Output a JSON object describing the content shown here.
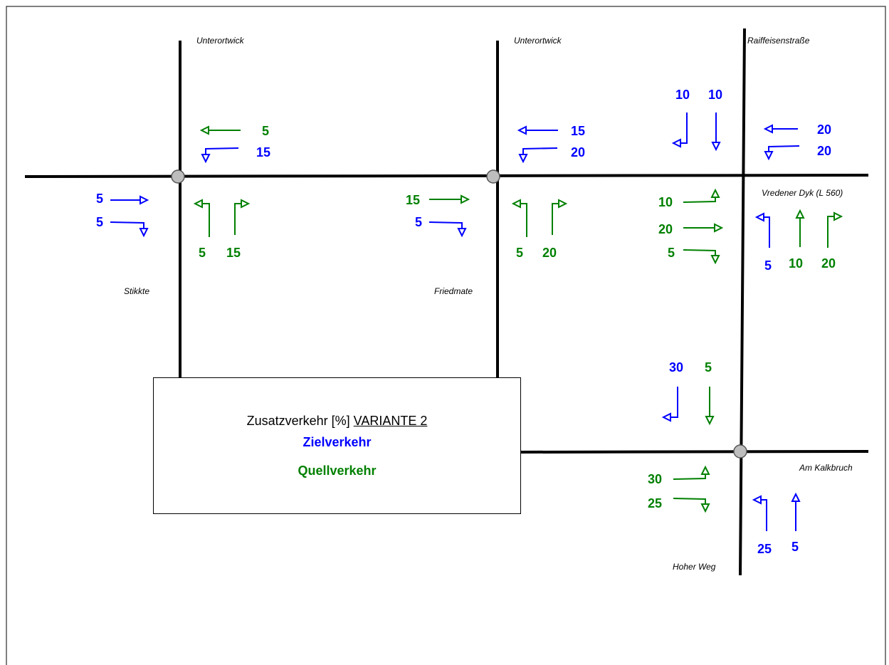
{
  "colors": {
    "target": "#0000ff",
    "source": "#008000",
    "road": "#000000"
  },
  "streets": {
    "unterortwick_left": "Unterortwick",
    "unterortwick_mid": "Unterortwick",
    "raiffeisenstrasse": "Raiffeisenstraße",
    "vredener_dyk": "Vredener Dyk (L 560)",
    "stikkte": "Stikkte",
    "friedmate": "Friedmate",
    "am_kalkbruch": "Am Kalkbruch",
    "hoher_weg": "Hoher Weg"
  },
  "legend": {
    "title_prefix": "Zusatzverkehr [%] ",
    "title_variant": "VARIANTE 2",
    "target_label": "Zielverkehr",
    "source_label": "Quellverkehr"
  },
  "values": {
    "k1_west_left": "5",
    "k1_west_down": "15",
    "k1_east_straight": "5",
    "k1_east_right": "5",
    "k1_north_left": "5",
    "k1_north_right": "15",
    "k2_west_left": "15",
    "k2_west_down": "20",
    "k2_east_straight": "15",
    "k2_east_right": "5",
    "k2_north_left": "5",
    "k2_north_right": "20",
    "k3_south_left": "10",
    "k3_south_straight": "10",
    "k3_west_straight": "20",
    "k3_west_left": "20",
    "k3_east_up": "10",
    "k3_east_straight": "20",
    "k3_east_down": "5",
    "k3_north_left": "5",
    "k3_north_straight": "10",
    "k3_north_right": "20",
    "k4_south_left": "30",
    "k4_south_straight": "5",
    "k4_east_up": "30",
    "k4_east_down": "25",
    "k4_north_left": "25",
    "k4_north_straight": "5"
  }
}
